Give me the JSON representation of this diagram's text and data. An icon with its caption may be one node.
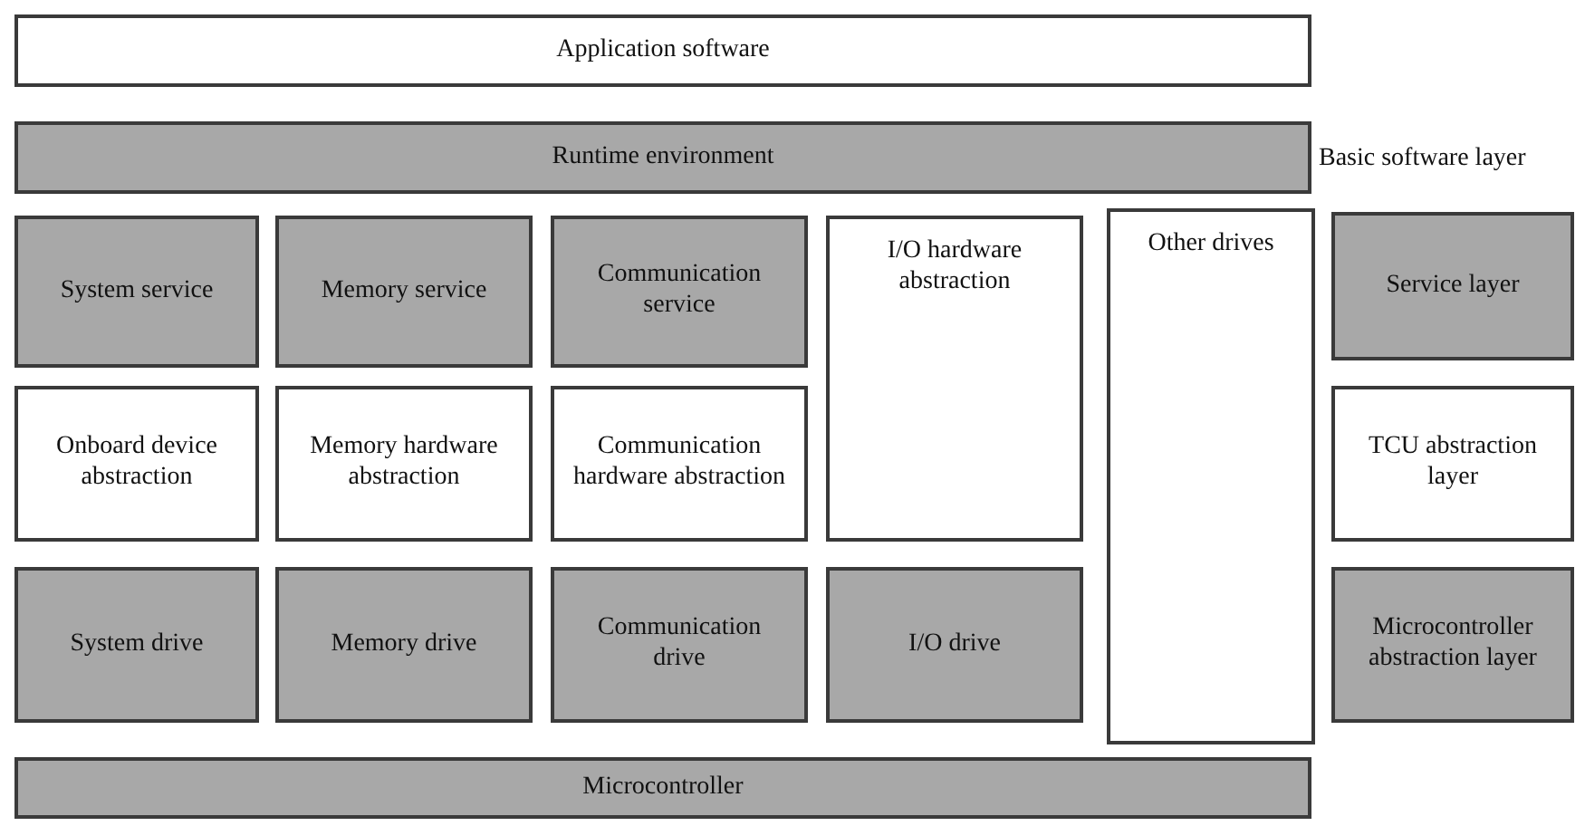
{
  "diagram": {
    "nodes": [
      {
        "text": [
          "Application software"
        ]
      },
      {
        "text": [
          "Runtime environment"
        ]
      },
      {
        "text": [
          "System service"
        ]
      },
      {
        "text": [
          "Memory service"
        ]
      },
      {
        "text": [
          "Communication service"
        ]
      },
      {
        "text": [
          "I/O hardware abstraction"
        ]
      },
      {
        "text": [
          "Other drives"
        ]
      },
      {
        "text": [
          "Service layer"
        ]
      },
      {
        "text": [
          "Onboard device abstraction"
        ]
      },
      {
        "text": [
          "Memory hardware abstraction"
        ]
      },
      {
        "text": [
          "Communication hardware abstraction"
        ]
      },
      {
        "text": [
          "TCU abstraction layer"
        ]
      },
      {
        "text": [
          "System drive"
        ]
      },
      {
        "text": [
          "Memory drive"
        ]
      },
      {
        "text": [
          "Communication drive"
        ]
      },
      {
        "text": [
          "I/O drive"
        ]
      },
      {
        "text": [
          "Microcontroller abstraction layer"
        ]
      },
      {
        "text": [
          "Microcontroller"
        ]
      }
    ],
    "labels": [
      "Basic software layer"
    ]
  }
}
